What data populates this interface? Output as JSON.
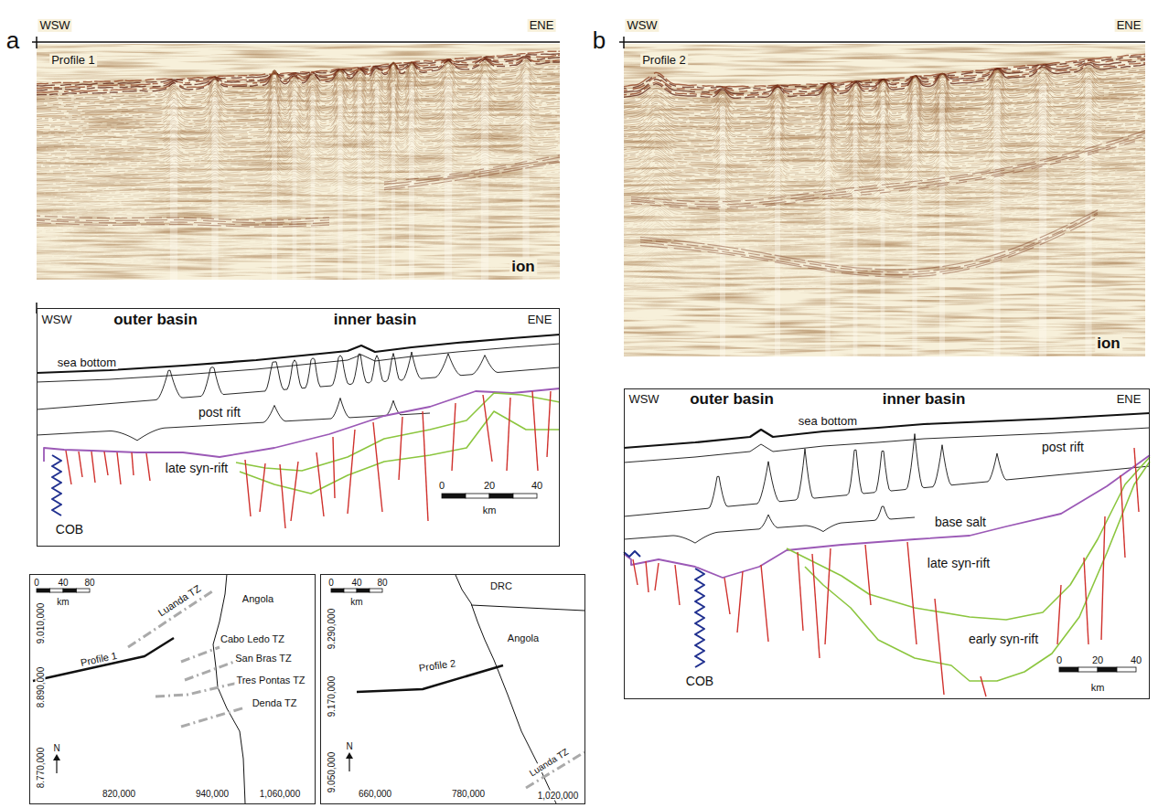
{
  "diagram": {
    "nodes": [
      {
        "text": [
          "WSW",
          "ENE",
          "Profile 1",
          "ion"
        ]
      },
      {
        "text": [
          "WSW",
          "outer basin",
          "inner basin",
          "ENE",
          "sea bottom",
          "post rift",
          "late syn-rift",
          "COB",
          "0",
          "20",
          "40",
          "km"
        ]
      },
      {
        "text": [
          "0",
          "40",
          "80",
          "km",
          "Luanda TZ",
          "Angola",
          "9.010,000",
          "Cabo Ledo TZ",
          "San Bras TZ",
          "8.890,000",
          "Profile 1",
          "Tres Pontas TZ",
          "Denda TZ",
          "N",
          "8.770,000",
          "820,000",
          "940,000",
          "1,060,000"
        ]
      },
      {
        "text": [
          "0",
          "40",
          "80",
          "km",
          "DRC",
          "Angola",
          "9.290,000",
          "Profile 2",
          "9.170,000",
          "N",
          "9.050,000",
          "660,000",
          "780,000",
          "Luanda TZ",
          "1,020,000"
        ]
      },
      {
        "text": [
          "WSW",
          "ENE",
          "Profile 2",
          "ion"
        ]
      },
      {
        "text": [
          "WSW",
          "outer basin",
          "inner basin",
          "ENE",
          "sea bottom",
          "post rift",
          "base salt",
          "late syn-rift",
          "early syn-rift",
          "COB",
          "0",
          "20",
          "40",
          "km"
        ]
      }
    ],
    "labels": [
      "a",
      "b"
    ]
  }
}
